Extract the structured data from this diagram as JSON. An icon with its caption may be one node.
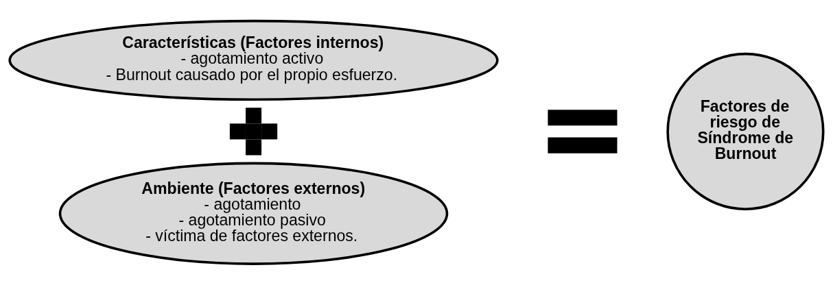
{
  "diagram": {
    "nodes": [
      {
        "text": [
          "Características (Factores internos)",
          "- agotamiento activo",
          "- Burnout causado por el propio esfuerzo."
        ]
      },
      {
        "text": [],
        "shape": "plus"
      },
      {
        "text": [
          "Ambiente (Factores externos)",
          "- agotamiento",
          "- agotamiento pasivo",
          "- víctima de factores externos."
        ]
      },
      {
        "text": [],
        "shape": "equals"
      },
      {
        "text": [
          "Factores de riesgo de Síndrome de Burnout"
        ]
      }
    ],
    "edges": []
  }
}
